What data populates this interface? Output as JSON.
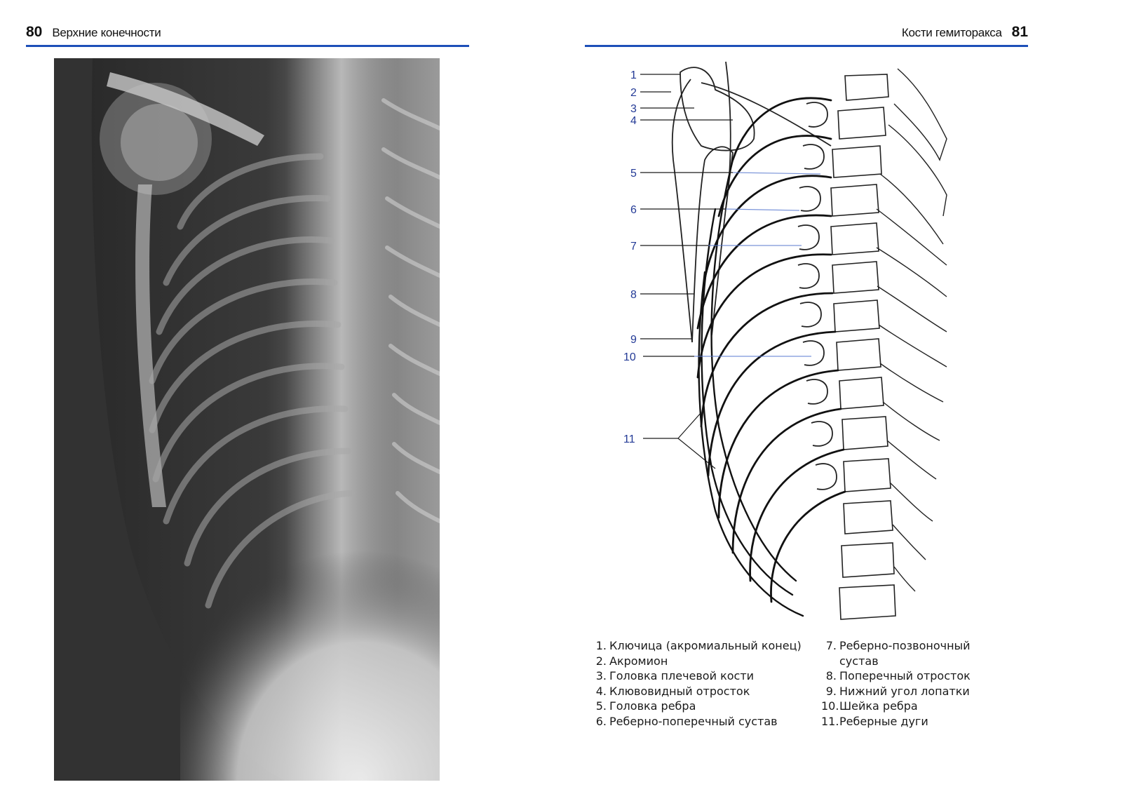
{
  "left_page": {
    "number": "80",
    "title": "Верхние конечности"
  },
  "right_page": {
    "number": "81",
    "title": "Кости гемиторакса"
  },
  "diagram_labels": [
    "1",
    "2",
    "3",
    "4",
    "5",
    "6",
    "7",
    "8",
    "9",
    "10",
    "11"
  ],
  "legend": {
    "column1": [
      {
        "num": "1.",
        "text": "Ключица (акромиальный конец)"
      },
      {
        "num": "2.",
        "text": "Акромион"
      },
      {
        "num": "3.",
        "text": "Головка плечевой кости"
      },
      {
        "num": "4.",
        "text": "Клювовидный отросток"
      },
      {
        "num": "5.",
        "text": "Головка ребра"
      },
      {
        "num": "6.",
        "text": "Реберно-поперечный сустав"
      }
    ],
    "column2": [
      {
        "num": "7.",
        "text": "Реберно-позвоночный сустав"
      },
      {
        "num": "8.",
        "text": "Поперечный отросток"
      },
      {
        "num": "9.",
        "text": "Нижний угол лопатки"
      },
      {
        "num": "10.",
        "text": "Шейка ребра"
      },
      {
        "num": "11.",
        "text": "Реберные дуги"
      }
    ]
  },
  "colors": {
    "accent": "#1d4fb8",
    "label": "#233a96"
  }
}
